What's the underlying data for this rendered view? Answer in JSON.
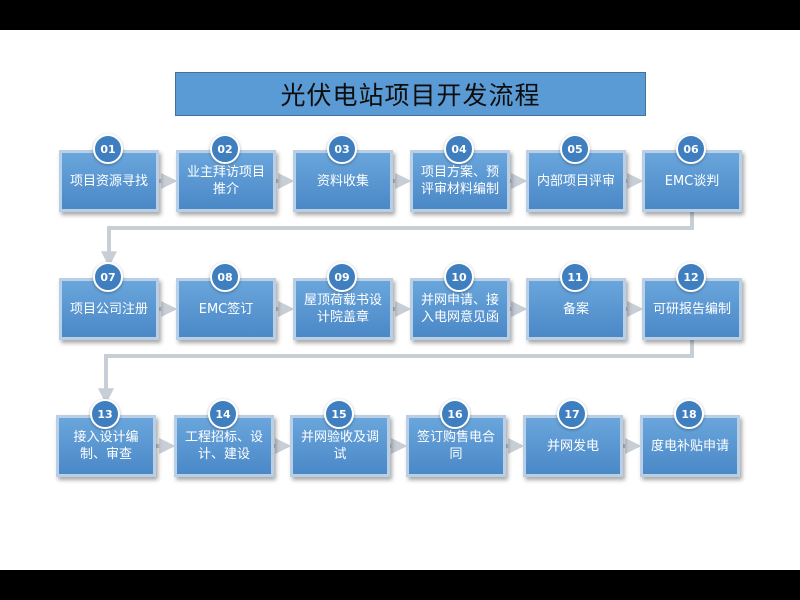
{
  "title": "光伏电站项目开发流程",
  "colors": {
    "box_fill": "#5b9bd5",
    "box_border": "#b8cfe6",
    "badge": "#3f7fc0",
    "arrow": "#c8ced6"
  },
  "steps": [
    {
      "num": "01",
      "label": "项目资源寻找"
    },
    {
      "num": "02",
      "label": "业主拜访项目推介"
    },
    {
      "num": "03",
      "label": "资料收集"
    },
    {
      "num": "04",
      "label": "项目方案、预评审材料编制"
    },
    {
      "num": "05",
      "label": "内部项目评审"
    },
    {
      "num": "06",
      "label": "EMC谈判"
    },
    {
      "num": "07",
      "label": "项目公司注册"
    },
    {
      "num": "08",
      "label": "EMC签订"
    },
    {
      "num": "09",
      "label": "屋顶荷载书设计院盖章"
    },
    {
      "num": "10",
      "label": "并网申请、接入电网意见函"
    },
    {
      "num": "11",
      "label": "备案"
    },
    {
      "num": "12",
      "label": "可研报告编制"
    },
    {
      "num": "13",
      "label": "接入设计编制、审查"
    },
    {
      "num": "14",
      "label": "工程招标、设计、建设"
    },
    {
      "num": "15",
      "label": "并网验收及调试"
    },
    {
      "num": "16",
      "label": "签订购售电合同"
    },
    {
      "num": "17",
      "label": "并网发电"
    },
    {
      "num": "18",
      "label": "度电补贴申请"
    }
  ]
}
